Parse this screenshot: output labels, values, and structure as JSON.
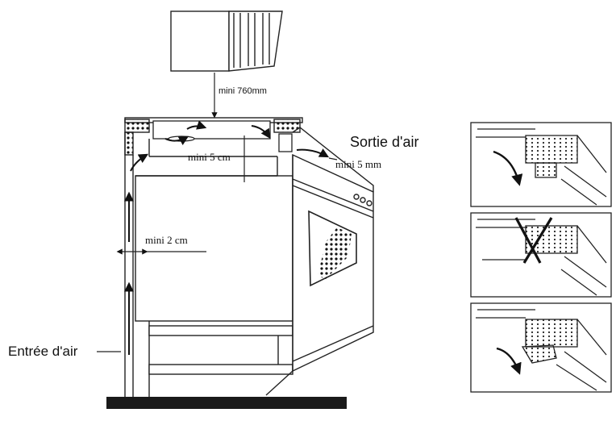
{
  "labels": {
    "hood_clearance": "mini 760mm",
    "top_gap": "mini 5 cm",
    "air_outlet": "Sortie d'air",
    "outlet_gap": "mini 5 mm",
    "side_gap": "mini 2 cm",
    "air_inlet": "Entrée d'air"
  },
  "panels": [
    {
      "id": "panel-1",
      "status": "correct"
    },
    {
      "id": "panel-2",
      "status": "incorrect"
    },
    {
      "id": "panel-3",
      "status": "correct"
    }
  ],
  "colors": {
    "line": "#222222",
    "arrow": "#111111",
    "floor": "#1a1a1a"
  }
}
